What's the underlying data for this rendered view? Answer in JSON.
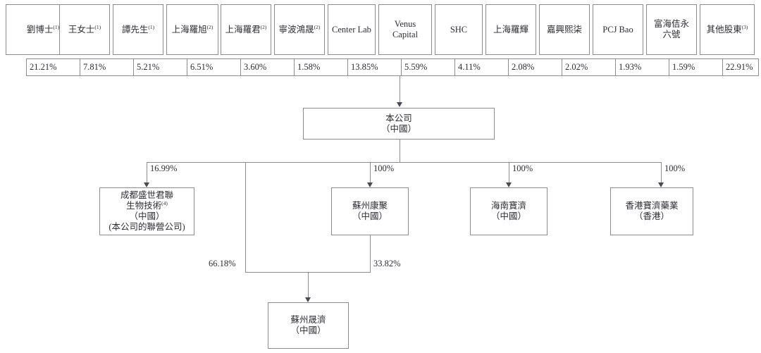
{
  "diagram": {
    "title": "Shareholding and corporate structure chart",
    "line_color": "#8c8c94",
    "arrow_color": "#4a4a52",
    "text_color": "#2d2d33",
    "background": "#ffffff"
  },
  "shareholders": [
    {
      "name": "劉博士",
      "sup": "(1)",
      "pct": "21.21%"
    },
    {
      "name": "王女士",
      "sup": "(1)",
      "pct": "7.81%"
    },
    {
      "name": "譚先生",
      "sup": "(1)",
      "pct": "5.21%"
    },
    {
      "name": "上海羅旭",
      "sup": "(2)",
      "pct": "6.51%"
    },
    {
      "name": "上海羅君",
      "sup": "(2)",
      "pct": "3.60%"
    },
    {
      "name": "寧波鴻晟",
      "sup": "(2)",
      "pct": "1.58%"
    },
    {
      "name": "Center Lab",
      "sup": "",
      "pct": "13.85%"
    },
    {
      "name": "Venus Capital",
      "sup": "",
      "pct": "5.59%"
    },
    {
      "name": "SHC",
      "sup": "",
      "pct": "4.11%"
    },
    {
      "name": "上海羅輝",
      "sup": "",
      "pct": "2.08%"
    },
    {
      "name": "嘉興熙柒",
      "sup": "",
      "pct": "2.02%"
    },
    {
      "name": "PCJ Bao",
      "sup": "",
      "pct": "1.93%"
    },
    {
      "name": "富海佶永六號",
      "sup": "",
      "pct": "1.59%"
    },
    {
      "name": "其他股東",
      "sup": "(3)",
      "pct": "22.91%"
    }
  ],
  "company": {
    "name": "本公司",
    "jurisdiction": "（中國）"
  },
  "subsidiaries": [
    {
      "key": "chengdu",
      "name": "成都盛世君聯",
      "name2": "生物技術",
      "sup": "(4)",
      "jurisdiction": "（中國）",
      "note": "(本公司的聯營公司)",
      "edge": "16.99%"
    },
    {
      "key": "suzhou-kangju",
      "name": "蘇州康聚",
      "jurisdiction": "（中國）",
      "edge": "100%"
    },
    {
      "key": "hainan-baoji",
      "name": "海南寶濟",
      "jurisdiction": "（中國）",
      "edge": "100%"
    },
    {
      "key": "hongkong-baoji",
      "name": "香港寶濟藥業",
      "jurisdiction": "（香港）",
      "edge": "100%"
    }
  ],
  "bottom": {
    "name": "蘇州晟濟",
    "jurisdiction": "（中國）",
    "edge_from_company": "66.18%",
    "edge_from_kangju": "33.82%"
  }
}
